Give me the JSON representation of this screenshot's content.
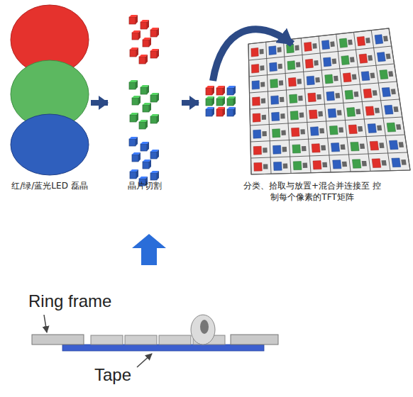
{
  "diagram": {
    "nodes": [
      {
        "text": [
          "红/绿/蓝光LED 磊晶"
        ]
      },
      {
        "text": [
          "晶片切割"
        ]
      },
      {
        "text": [
          "分类、拾取与放置+混合并连接至 控制每个像素的TFT矩阵"
        ]
      }
    ],
    "edges": [
      {
        "from": 0,
        "to": 1,
        "arrow": "to"
      },
      {
        "from": 1,
        "to": 2,
        "arrow": "to"
      }
    ],
    "labels": [
      "Ring frame",
      "Tape"
    ]
  }
}
